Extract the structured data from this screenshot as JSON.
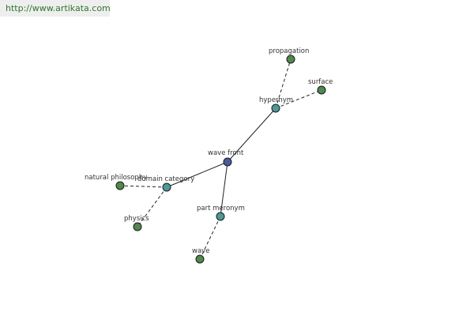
{
  "banner": {
    "url_text": "http://www.artikata.com"
  },
  "colors": {
    "center_node": "#4a5aa0",
    "relation_node": "#4a9a98",
    "term_node": "#4e8a4a"
  },
  "graph": {
    "nodes": [
      {
        "id": "wave-front",
        "label": "wave front",
        "kind": "center"
      },
      {
        "id": "hypernym",
        "label": "hypernym",
        "kind": "relation"
      },
      {
        "id": "domain-category",
        "label": "domain category",
        "kind": "relation"
      },
      {
        "id": "part-meronym",
        "label": "part meronym",
        "kind": "relation"
      },
      {
        "id": "propagation",
        "label": "propagation",
        "kind": "term"
      },
      {
        "id": "surface",
        "label": "surface",
        "kind": "term"
      },
      {
        "id": "natural-philosophy",
        "label": "natural philosophy",
        "kind": "term"
      },
      {
        "id": "physics",
        "label": "physics",
        "kind": "term"
      },
      {
        "id": "wave",
        "label": "wave",
        "kind": "term"
      }
    ],
    "edges": [
      {
        "from": "wave-front",
        "to": "hypernym",
        "style": "solid"
      },
      {
        "from": "wave-front",
        "to": "domain-category",
        "style": "solid"
      },
      {
        "from": "wave-front",
        "to": "part-meronym",
        "style": "solid"
      },
      {
        "from": "hypernym",
        "to": "propagation",
        "style": "dashed"
      },
      {
        "from": "hypernym",
        "to": "surface",
        "style": "dashed"
      },
      {
        "from": "domain-category",
        "to": "natural-philosophy",
        "style": "dashed"
      },
      {
        "from": "domain-category",
        "to": "physics",
        "style": "dashed"
      },
      {
        "from": "part-meronym",
        "to": "wave",
        "style": "dashed"
      }
    ]
  }
}
